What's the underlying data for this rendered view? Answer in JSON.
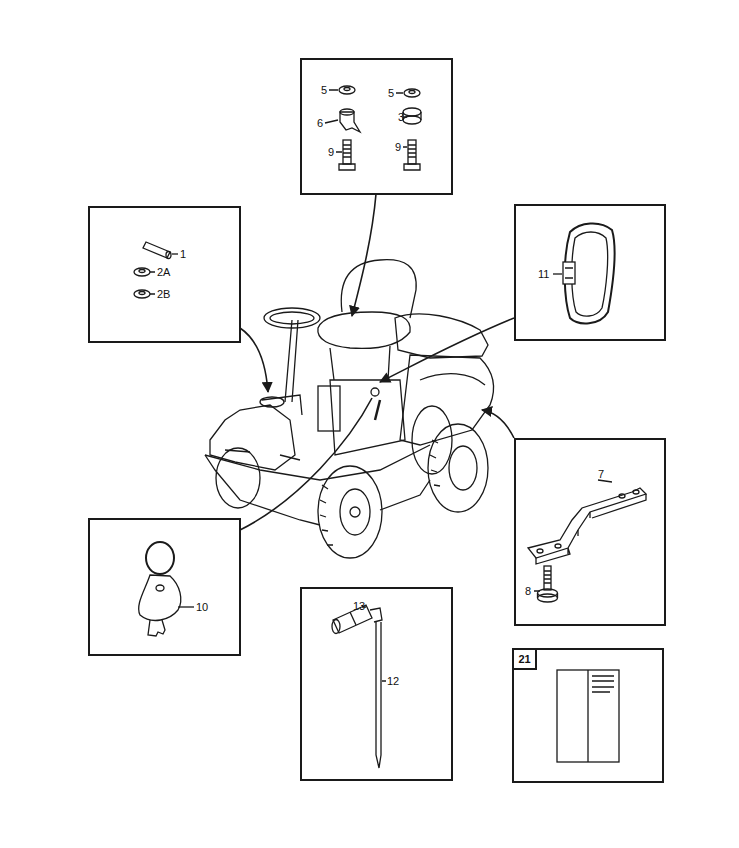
{
  "diagram": {
    "nodes": [
      {
        "text": [
          "5",
          "6",
          "9",
          "5",
          "3",
          "9"
        ]
      },
      {
        "text": [
          "1",
          "2A",
          "2B"
        ]
      },
      {
        "text": [
          "11"
        ]
      },
      {
        "text": [
          "7",
          "8"
        ]
      },
      {
        "text": [
          "10"
        ]
      },
      {
        "text": [
          "13",
          "12"
        ]
      },
      {
        "text": [
          "21"
        ]
      }
    ]
  }
}
